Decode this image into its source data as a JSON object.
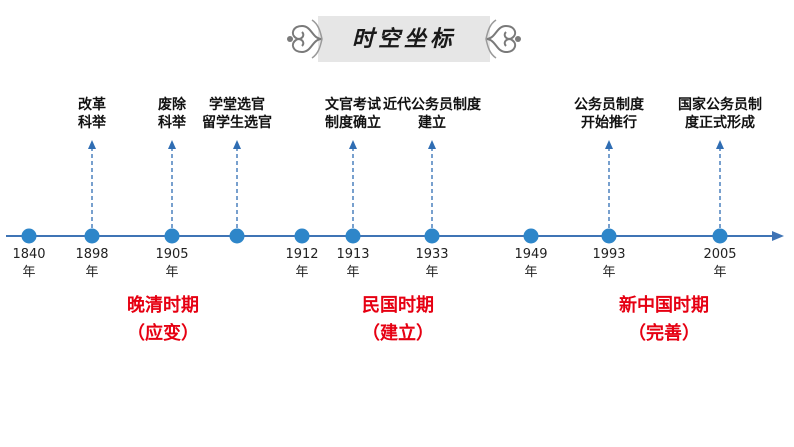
{
  "title": "时空坐标",
  "colors": {
    "axis": "#3f74b5",
    "dot": "#2e86c9",
    "arrow": "#2f6db3",
    "period": "#e60012",
    "banner": "#e6e6e6"
  },
  "nodes": [
    {
      "year": "1840",
      "unit": "年",
      "event": []
    },
    {
      "year": "1898",
      "unit": "年",
      "event": [
        "改革",
        "科举"
      ]
    },
    {
      "year": "1905",
      "unit": "年",
      "event": [
        "废除",
        "科举"
      ]
    },
    {
      "year": "",
      "unit": "",
      "event": [
        "学堂选官",
        "留学生选官"
      ]
    },
    {
      "year": "1912",
      "unit": "年",
      "event": []
    },
    {
      "year": "1913",
      "unit": "年",
      "event": [
        "文官考试",
        "制度确立"
      ]
    },
    {
      "year": "1933",
      "unit": "年",
      "event": [
        "近代公务员制度",
        "建立"
      ]
    },
    {
      "year": "1949",
      "unit": "年",
      "event": []
    },
    {
      "year": "1993",
      "unit": "年",
      "event": [
        "公务员制度",
        "开始推行"
      ]
    },
    {
      "year": "2005",
      "unit": "年",
      "event": [
        "国家公务员制",
        "度正式形成"
      ]
    }
  ],
  "periods": [
    {
      "name": "晚清时期",
      "sub": "（应变）"
    },
    {
      "name": "民国时期",
      "sub": "（建立）"
    },
    {
      "name": "新中国时期",
      "sub": "（完善）"
    }
  ]
}
